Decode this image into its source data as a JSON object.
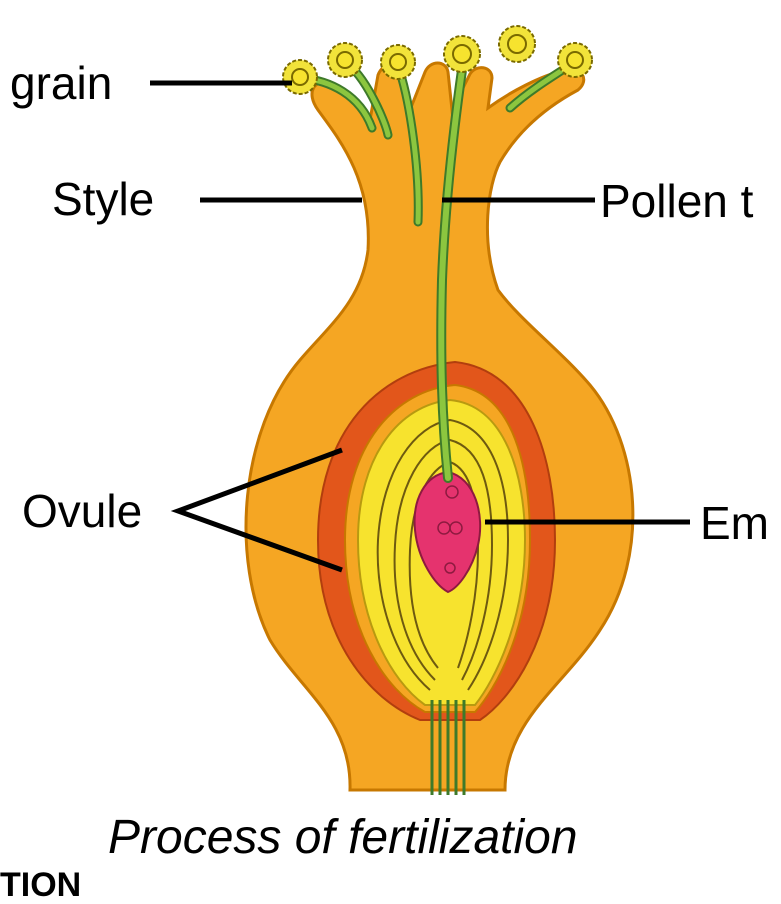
{
  "labels": {
    "pollen_grain": "grain",
    "style": "Style",
    "pollen_tube": "Pollen t",
    "ovule": "Ovule",
    "embryo_sac": "Em"
  },
  "caption": "Process of fertilization",
  "cut_off_text": "TION",
  "colors": {
    "pistil": "#F5A623",
    "pistil_outline": "#C77800",
    "ovule_wall": "#E2561B",
    "ovule_inner": "#F7E32E",
    "pollen_tube": "#8CC63F",
    "embryo_sac": "#E5336E",
    "pollen_grain": "#F2E33A"
  }
}
